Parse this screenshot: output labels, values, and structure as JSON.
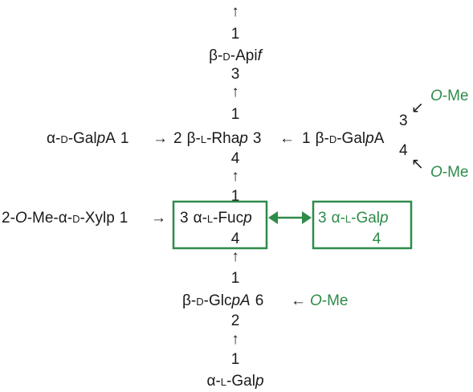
{
  "colors": {
    "text": "#1a1a1a",
    "accent": "#2e8b4a"
  },
  "apiose": {
    "anomer": "β-",
    "config": "D",
    "sugar": "-Api",
    "ring": "f"
  },
  "apiose_link_top": "1",
  "apiose_pos_bottom": "3",
  "rha_link_top": "1",
  "galpa_left": {
    "anomer": "α-",
    "config": "D",
    "sugar": "-Gal",
    "ring": "p",
    "suffix": "A",
    "link": "1"
  },
  "rha": {
    "pos_left": "2",
    "anomer": "β-",
    "config": "L",
    "sugar": "-Rha",
    "ring": "p",
    "pos_right": "3"
  },
  "galpa_right": {
    "link": "1",
    "anomer": "β-",
    "config": "D",
    "sugar": "-Gal",
    "ring": "p",
    "suffix": "A",
    "pos_3": "3",
    "pos_4": "4"
  },
  "ome_top": {
    "o": "O",
    "me": "-Me"
  },
  "ome_bottom": {
    "o": "O",
    "me": "-Me"
  },
  "rha_pos_bottom": "4",
  "fuc_link_top": "1",
  "xyl": {
    "prefix": "2-",
    "o": "O",
    "mid": "-Me-α-",
    "config": "D",
    "sugar": "-Xyl",
    "ring": "p",
    "link": "1"
  },
  "fuc": {
    "pos": "3",
    "anomer": "α-",
    "config": "L",
    "sugar": "-Fuc",
    "ring": "p",
    "pos_bottom": "4"
  },
  "galp_box": {
    "pos": "3",
    "anomer": "α-",
    "config": "L",
    "sugar": "-Gal",
    "ring": "p",
    "pos_bottom": "4"
  },
  "glc_link_top": "1",
  "glc": {
    "anomer": "β-",
    "config": "D",
    "sugar": "-Glc",
    "ring": "pA",
    "pos": "6"
  },
  "ome_glc": {
    "o": "O",
    "me": "-Me"
  },
  "glc_pos_bottom": "2",
  "galp_link_top": "1",
  "galp_bottom": {
    "anomer": "α-",
    "config": "L",
    "sugar": "-Gal",
    "ring": "p"
  },
  "arrows": {
    "up": "↑",
    "right": "→",
    "left": "←",
    "diag_down_left": "↙",
    "diag_up_left": "↖"
  }
}
